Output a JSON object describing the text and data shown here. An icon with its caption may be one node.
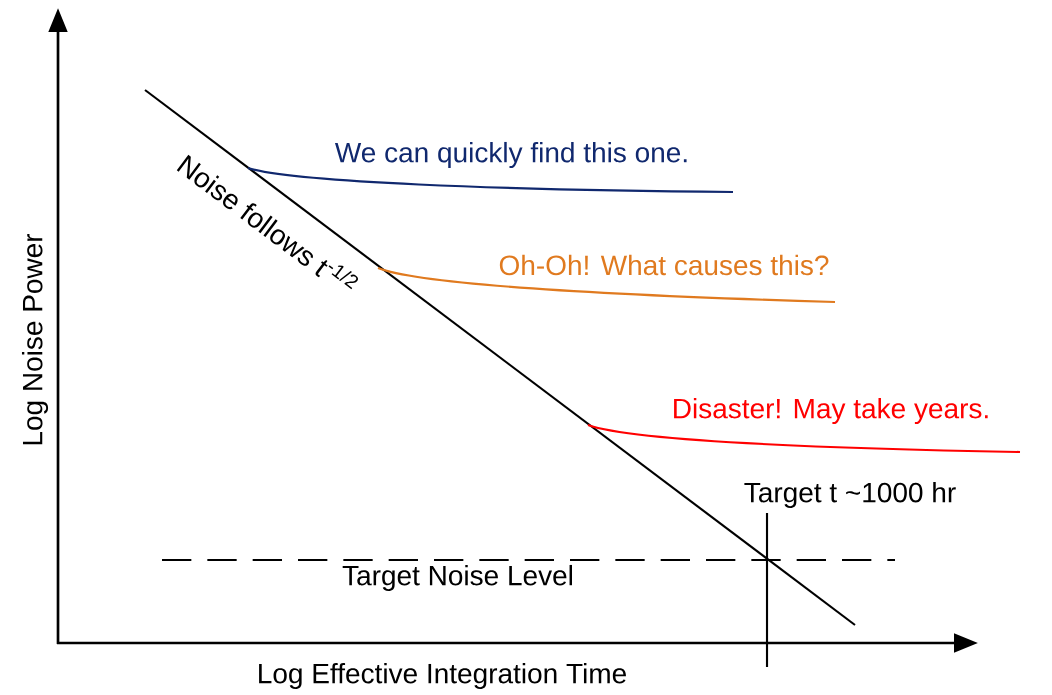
{
  "diagram": {
    "labels": [
      "We can quickly find this one.",
      "Noise follows t$^{-1/2}$",
      "Oh-Oh! What causes this?",
      "Disaster! May take years.",
      "Target t ~1000 hr",
      "Target Noise Level",
      "Log Noise Power",
      "Log Effective Integration Time"
    ]
  }
}
